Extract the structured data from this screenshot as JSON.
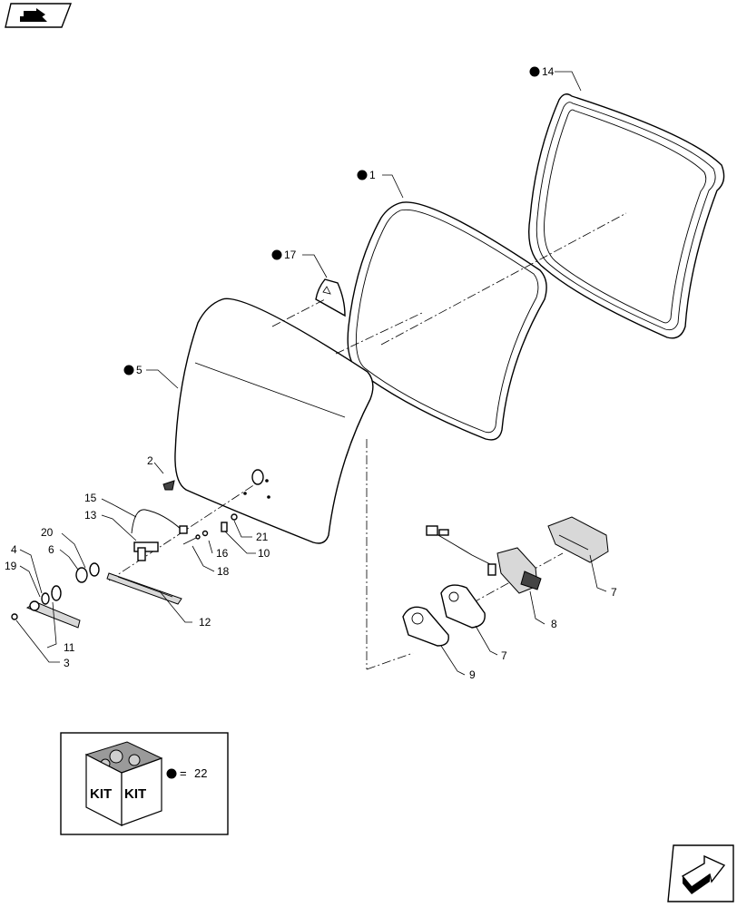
{
  "callouts": [
    {
      "id": "c1",
      "label": "1",
      "dot": true
    },
    {
      "id": "c2",
      "label": "2",
      "dot": false
    },
    {
      "id": "c3",
      "label": "3",
      "dot": false
    },
    {
      "id": "c4",
      "label": "4",
      "dot": false
    },
    {
      "id": "c5",
      "label": "5",
      "dot": true
    },
    {
      "id": "c6",
      "label": "6",
      "dot": false
    },
    {
      "id": "c7a",
      "label": "7",
      "dot": false
    },
    {
      "id": "c7b",
      "label": "7",
      "dot": false
    },
    {
      "id": "c8",
      "label": "8",
      "dot": false
    },
    {
      "id": "c9",
      "label": "9",
      "dot": false
    },
    {
      "id": "c10",
      "label": "10",
      "dot": false
    },
    {
      "id": "c11",
      "label": "11",
      "dot": false
    },
    {
      "id": "c12",
      "label": "12",
      "dot": false
    },
    {
      "id": "c13",
      "label": "13",
      "dot": false
    },
    {
      "id": "c14",
      "label": "14",
      "dot": true
    },
    {
      "id": "c15",
      "label": "15",
      "dot": false
    },
    {
      "id": "c16",
      "label": "16",
      "dot": false
    },
    {
      "id": "c17",
      "label": "17",
      "dot": true
    },
    {
      "id": "c18",
      "label": "18",
      "dot": false
    },
    {
      "id": "c19",
      "label": "19",
      "dot": false
    },
    {
      "id": "c20",
      "label": "20",
      "dot": false
    },
    {
      "id": "c21",
      "label": "21",
      "dot": false
    }
  ],
  "legend": {
    "kit_text_left": "KIT",
    "kit_text_right": "KIT",
    "equals": "=",
    "value": "22"
  },
  "nav": {
    "back_icon": "back-arrow-icon",
    "next_icon": "next-page-arrow-icon"
  }
}
